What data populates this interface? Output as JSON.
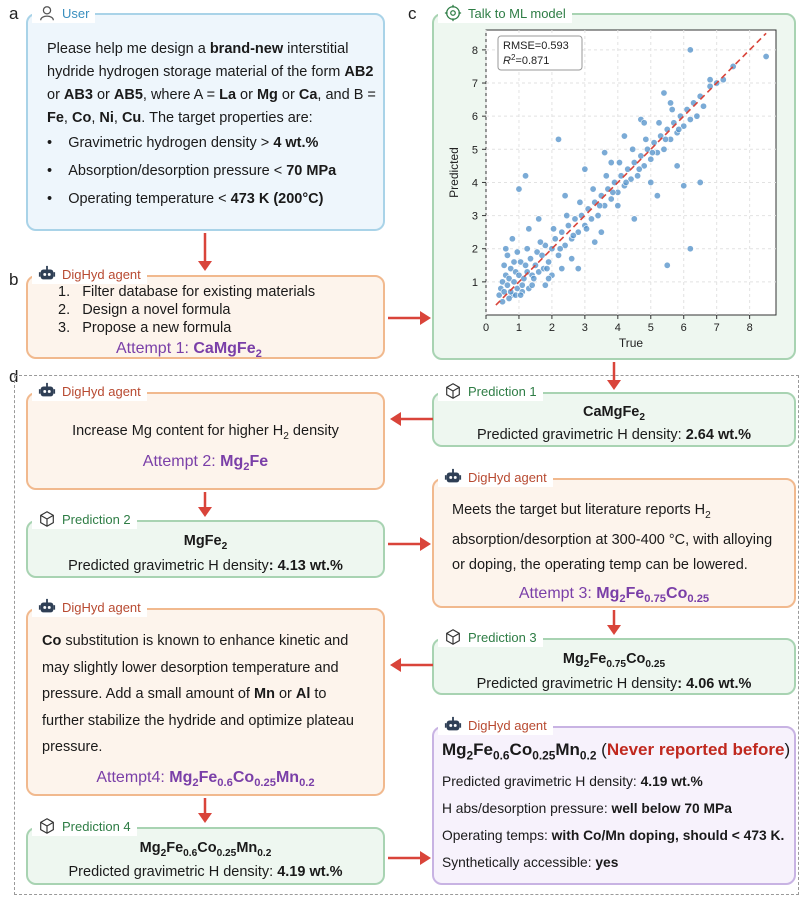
{
  "panels": {
    "a": "a",
    "b": "b",
    "c": "c",
    "d": "d"
  },
  "user": {
    "header": "User",
    "p1": "Please help me design a ",
    "p1b": "brand-new",
    "p1c": " interstitial hydride hydrogen storage material of the form",
    "f1": "AB2",
    "or1": " or ",
    "f2": "AB3",
    "or2": " or ",
    "f3": "AB5",
    "where": ", where A = ",
    "la": "La",
    "or3": " or ",
    "mg": "Mg",
    "or4": " or ",
    "ca": "Ca",
    "comma": ",",
    "andb": "and B = ",
    "fe": "Fe",
    "c1": ", ",
    "co": "Co",
    "c2": ", ",
    "ni": "Ni",
    "c3": ", ",
    "cu": "Cu",
    "tail": ". The target properties are:",
    "bullets": [
      {
        "t": "Gravimetric hydrogen density > ",
        "b": "4 wt.%"
      },
      {
        "t": "Absorption/desorption pressure < ",
        "b": "70 MPa"
      },
      {
        "t": "Operating temperature < ",
        "b": "473 K (200°C)"
      }
    ]
  },
  "agent_b": {
    "header": "DigHyd agent",
    "steps": [
      "Filter database for existing materials",
      "Design a novel formula",
      "Propose a new formula"
    ],
    "nums": [
      "1.",
      "2.",
      "3."
    ],
    "attempt_label": "Attempt 1: ",
    "attempt_formula": "CaMgFe",
    "attempt_sub": "2"
  },
  "ml": {
    "header": "Talk to ML model",
    "rmse": "RMSE=0.593",
    "r2": "=0.871",
    "r2_label": "R",
    "r2_sup": "2"
  },
  "chart_data": {
    "type": "scatter",
    "xlabel": "True",
    "ylabel": "Predicted",
    "xlim": [
      0,
      8.8
    ],
    "ylim": [
      0,
      8.6
    ],
    "xticks": [
      0,
      1,
      2,
      3,
      4,
      5,
      6,
      7,
      8
    ],
    "yticks": [
      1,
      2,
      3,
      4,
      5,
      6,
      7,
      8
    ],
    "annotation": [
      "RMSE=0.593",
      "R²=0.871"
    ],
    "reference_line": "y = x (dashed)",
    "grid": true,
    "points": [
      [
        0.4,
        0.6
      ],
      [
        0.45,
        0.8
      ],
      [
        0.5,
        1.0
      ],
      [
        0.55,
        0.7
      ],
      [
        0.6,
        1.2
      ],
      [
        0.65,
        0.9
      ],
      [
        0.7,
        1.1
      ],
      [
        0.75,
        1.4
      ],
      [
        0.8,
        0.6
      ],
      [
        0.85,
        1.0
      ],
      [
        0.9,
        1.3
      ],
      [
        0.95,
        0.8
      ],
      [
        1.0,
        1.2
      ],
      [
        1.05,
        1.6
      ],
      [
        1.1,
        0.9
      ],
      [
        1.15,
        1.1
      ],
      [
        1.2,
        1.5
      ],
      [
        1.25,
        1.3
      ],
      [
        1.3,
        0.8
      ],
      [
        1.35,
        1.7
      ],
      [
        1.4,
        1.2
      ],
      [
        1.5,
        1.5
      ],
      [
        1.55,
        1.9
      ],
      [
        1.6,
        1.3
      ],
      [
        1.7,
        1.8
      ],
      [
        1.75,
        1.4
      ],
      [
        1.8,
        2.1
      ],
      [
        1.9,
        1.6
      ],
      [
        2.0,
        2.0
      ],
      [
        2.1,
        2.3
      ],
      [
        2.2,
        1.8
      ],
      [
        2.3,
        2.5
      ],
      [
        2.4,
        2.1
      ],
      [
        2.5,
        2.7
      ],
      [
        2.6,
        2.3
      ],
      [
        2.7,
        2.9
      ],
      [
        2.8,
        2.5
      ],
      [
        2.9,
        3.0
      ],
      [
        3.0,
        2.7
      ],
      [
        3.1,
        3.2
      ],
      [
        3.2,
        2.9
      ],
      [
        3.3,
        3.4
      ],
      [
        3.4,
        3.0
      ],
      [
        3.5,
        3.6
      ],
      [
        3.6,
        3.3
      ],
      [
        3.7,
        3.8
      ],
      [
        3.8,
        3.5
      ],
      [
        3.9,
        4.0
      ],
      [
        4.0,
        3.7
      ],
      [
        4.1,
        4.2
      ],
      [
        4.2,
        3.9
      ],
      [
        4.3,
        4.4
      ],
      [
        4.4,
        4.1
      ],
      [
        4.5,
        4.6
      ],
      [
        4.6,
        4.2
      ],
      [
        4.7,
        4.8
      ],
      [
        4.8,
        4.5
      ],
      [
        4.9,
        5.0
      ],
      [
        5.0,
        4.7
      ],
      [
        5.1,
        5.2
      ],
      [
        5.2,
        4.9
      ],
      [
        5.3,
        5.4
      ],
      [
        5.4,
        5.0
      ],
      [
        5.5,
        5.6
      ],
      [
        5.6,
        5.3
      ],
      [
        5.7,
        5.8
      ],
      [
        5.8,
        5.5
      ],
      [
        5.9,
        6.0
      ],
      [
        6.0,
        5.7
      ],
      [
        6.1,
        6.2
      ],
      [
        6.2,
        5.9
      ],
      [
        6.3,
        6.4
      ],
      [
        6.4,
        6.0
      ],
      [
        6.5,
        6.6
      ],
      [
        6.6,
        6.3
      ],
      [
        6.8,
        6.9
      ],
      [
        7.0,
        7.0
      ],
      [
        7.2,
        7.1
      ],
      [
        7.5,
        7.5
      ],
      [
        8.5,
        7.8
      ],
      [
        6.2,
        8.0
      ],
      [
        6.8,
        7.1
      ],
      [
        1.2,
        4.2
      ],
      [
        1.0,
        3.8
      ],
      [
        2.2,
        5.3
      ],
      [
        3.5,
        2.5
      ],
      [
        4.0,
        3.3
      ],
      [
        4.5,
        2.9
      ],
      [
        5.2,
        3.6
      ],
      [
        5.5,
        1.5
      ],
      [
        6.2,
        2.0
      ],
      [
        6.5,
        4.0
      ],
      [
        2.8,
        1.4
      ],
      [
        3.0,
        4.4
      ],
      [
        2.4,
        3.6
      ],
      [
        1.8,
        0.9
      ],
      [
        4.7,
        5.9
      ],
      [
        5.4,
        6.7
      ],
      [
        3.3,
        2.2
      ],
      [
        0.6,
        2.0
      ],
      [
        0.8,
        2.3
      ],
      [
        1.3,
        2.6
      ],
      [
        1.6,
        2.9
      ],
      [
        2.0,
        1.2
      ],
      [
        2.6,
        1.7
      ],
      [
        3.6,
        4.9
      ],
      [
        4.2,
        5.4
      ],
      [
        5.0,
        4.0
      ],
      [
        5.8,
        4.5
      ],
      [
        6.0,
        3.9
      ],
      [
        0.5,
        0.4
      ],
      [
        0.7,
        0.5
      ],
      [
        0.9,
        0.6
      ],
      [
        1.1,
        0.7
      ],
      [
        1.4,
        0.9
      ],
      [
        1.9,
        1.1
      ],
      [
        2.3,
        1.4
      ],
      [
        3.8,
        4.6
      ],
      [
        4.8,
        5.8
      ],
      [
        5.6,
        6.4
      ],
      [
        0.55,
        1.5
      ],
      [
        0.65,
        1.8
      ],
      [
        0.75,
        0.7
      ],
      [
        0.85,
        1.6
      ],
      [
        0.95,
        1.9
      ],
      [
        1.05,
        0.6
      ],
      [
        1.25,
        2.0
      ],
      [
        1.45,
        1.1
      ],
      [
        1.65,
        2.2
      ],
      [
        1.85,
        1.4
      ],
      [
        2.05,
        2.6
      ],
      [
        2.25,
        2.0
      ],
      [
        2.45,
        3.0
      ],
      [
        2.65,
        2.4
      ],
      [
        2.85,
        3.4
      ],
      [
        3.05,
        2.6
      ],
      [
        3.25,
        3.8
      ],
      [
        3.45,
        3.3
      ],
      [
        3.65,
        4.2
      ],
      [
        3.85,
        3.7
      ],
      [
        4.05,
        4.6
      ],
      [
        4.25,
        4.0
      ],
      [
        4.45,
        5.0
      ],
      [
        4.65,
        4.4
      ],
      [
        4.85,
        5.3
      ],
      [
        5.05,
        4.9
      ],
      [
        5.25,
        5.8
      ],
      [
        5.45,
        5.3
      ],
      [
        5.65,
        6.2
      ],
      [
        5.85,
        5.6
      ]
    ]
  },
  "pred1": {
    "header": "Prediction 1",
    "formula": "CaMgFe",
    "sub": "2",
    "text": "Predicted gravimetric H density: ",
    "val": "2.64 wt.%"
  },
  "agent2": {
    "header": "DigHyd agent",
    "t1": "Increase Mg content for higher H",
    "t1sub": "2",
    "t1b": " density",
    "attempt": "Attempt 2: ",
    "f": "Mg",
    "fsub": "2",
    "f2": "Fe"
  },
  "pred2": {
    "header": "Prediction 2",
    "formula": "MgFe",
    "sub": "2",
    "text": "Predicted gravimetric H density",
    "val": ": 4.13 wt.%"
  },
  "agent3": {
    "header": "DigHyd agent",
    "l1": "Meets the target but literature reports H",
    "l1sub": "2",
    "l2": "absorption/desorption at 300-400 °C, with alloying",
    "l3": "or doping, the operating temp can be lowered.",
    "attempt": "Attempt 3: ",
    "f1": "Mg",
    "s1": "2",
    "f2": "Fe",
    "s2": "0.75",
    "f3": "Co",
    "s3": "0.25"
  },
  "pred3": {
    "header": "Prediction 3",
    "f1": "Mg",
    "s1": "2",
    "f2": "Fe",
    "s2": "0.75",
    "f3": "Co",
    "s3": "0.25",
    "text": "Predicted gravimetric H density",
    "val": ": 4.06 wt.%"
  },
  "agent4": {
    "header": "DigHyd agent",
    "co": "Co",
    "l1": " substitution is known to enhance kinetic and",
    "l2": "may slightly lower desorption temperature and",
    "l3a": "pressure. Add a small amount of ",
    "mn": "Mn",
    "or": " or ",
    "al": "Al",
    "l3b": " to",
    "l4": "further stabilize the hydride and optimize plateau",
    "l5": "pressure.",
    "attempt": "Attempt4: ",
    "f1": "Mg",
    "s1": "2",
    "f2": "Fe",
    "s2": "0.6",
    "f3": "Co",
    "s3": "0.25",
    "f4": "Mn",
    "s4": "0.2"
  },
  "pred4": {
    "header": "Prediction 4",
    "f1": "Mg",
    "s1": "2",
    "f2": "Fe",
    "s2": "0.6",
    "f3": "Co",
    "s3": "0.25",
    "f4": "Mn",
    "s4": "0.2",
    "text": "Predicted gravimetric H density: ",
    "val": "4.19 wt.%"
  },
  "final": {
    "header": "DigHyd agent",
    "f1": "Mg",
    "s1": "2",
    "f2": "Fe",
    "s2": "0.6",
    "f3": "Co",
    "s3": "0.25",
    "f4": "Mn",
    "s4": "0.2",
    "paren_open": " (",
    "never": "Never reported before",
    "paren_close": ")",
    "r1a": "Predicted gravimetric H density: ",
    "r1b": "4.19 wt.%",
    "r2a": "H abs/desorption pressure: ",
    "r2b": "well below 70 MPa",
    "r3a": "Operating temps: ",
    "r3b": "with Co/Mn doping, should < 473 K.",
    "r4a": "Synthetically accessible: ",
    "r4b": "yes"
  },
  "colors": {
    "arrow": "#d9443a",
    "point": "#4f8fc8",
    "refline": "#d9443a"
  }
}
